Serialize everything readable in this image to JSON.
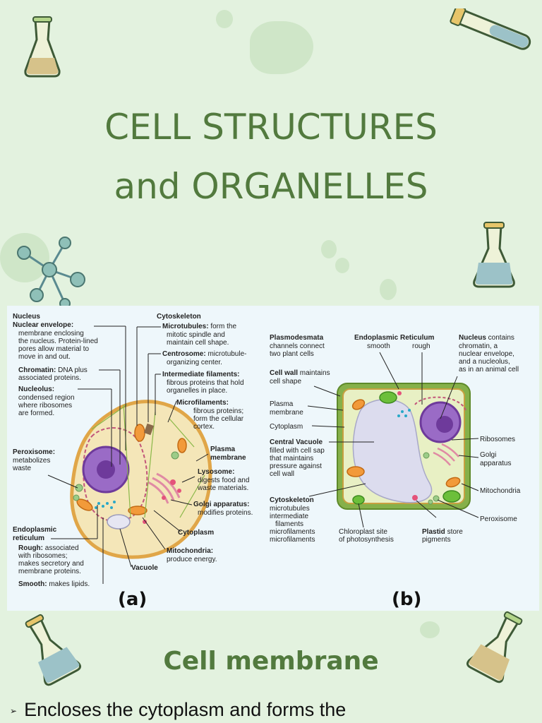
{
  "slide": {
    "title_line1": "CELL STRUCTURES",
    "title_line2": "and ORGANELLES",
    "section_heading": "Cell membrane",
    "bullet_marker": "➢",
    "bullet_text": "Encloses the cytoplasm and forms the"
  },
  "figure": {
    "panel_a": {
      "letter": "(a)",
      "nucleus": {
        "heading": "Nucleus",
        "envelope_term": "Nuclear envelope:",
        "envelope_desc": [
          "membrane enclosing",
          "the nucleus. Protein-lined",
          "pores allow material to",
          "move in and out."
        ],
        "chromatin_term": "Chromatin:",
        "chromatin_desc": [
          " DNA plus",
          "associated proteins."
        ],
        "nucleolus_term": "Nucleolus:",
        "nucleolus_desc": [
          "condensed region",
          "where ribosomes",
          "are formed."
        ]
      },
      "peroxisome": {
        "term": "Peroxisome:",
        "desc": [
          "metabolizes",
          "waste"
        ]
      },
      "er": {
        "heading": [
          "Endoplasmic",
          "reticulum"
        ],
        "rough_term": "Rough:",
        "rough_desc": [
          " associated",
          "with ribosomes;",
          "makes secretory and",
          "membrane proteins."
        ],
        "smooth_term": "Smooth:",
        "smooth_desc": " makes lipids."
      },
      "cytoskeleton": {
        "heading": "Cytoskeleton",
        "microtubules_term": "Microtubules:",
        "microtubules_desc": [
          " form the",
          "mitotic spindle and",
          "maintain cell shape."
        ],
        "centrosome_term": "Centrosome:",
        "centrosome_desc": [
          " microtubule-",
          "organizing center."
        ],
        "intermediate_term": "Intermediate filaments:",
        "intermediate_desc": [
          "fibrous proteins that hold",
          "organelles in place."
        ],
        "microfilaments_term": "Microfilaments:",
        "microfilaments_desc": [
          "fibrous proteins;",
          "form the cellular",
          "cortex."
        ]
      },
      "plasma_membrane": [
        "Plasma",
        "membrane"
      ],
      "lysosome": {
        "term": "Lysosome:",
        "desc": [
          "digests food and",
          "waste materials."
        ]
      },
      "golgi": {
        "term": "Golgi apparatus:",
        "desc": "modifies proteins."
      },
      "cytoplasm": "Cytoplasm",
      "mitochondria": {
        "term": "Mitochondria:",
        "desc": "produce energy."
      },
      "vacuole": "Vacuole"
    },
    "panel_b": {
      "letter": "(b)",
      "plasmodesmata": {
        "term": "Plasmodesmata",
        "desc": [
          "channels connect",
          "two plant cells"
        ]
      },
      "er": {
        "heading": "Endoplasmic Reticulum",
        "smooth": "smooth",
        "rough": "rough"
      },
      "nucleus": {
        "term": "Nucleus",
        "desc": [
          " contains",
          "chromatin, a",
          "nuclear envelope,",
          "and a nucleolus,",
          "as in an animal cell"
        ]
      },
      "cell_wall": {
        "term": "Cell wall",
        "desc": [
          " maintains",
          "cell shape"
        ]
      },
      "plasma_membrane": [
        "Plasma",
        "membrane"
      ],
      "cytoplasm": "Cytoplasm",
      "central_vacuole": {
        "term": "Central Vacuole",
        "desc": [
          "filled with cell sap",
          "that maintains",
          "pressure against",
          "cell wall"
        ]
      },
      "cytoskeleton": {
        "term": "Cytoskeleton",
        "desc": [
          "microtubules",
          "intermediate",
          "filaments",
          "microfilaments",
          "microfilaments"
        ]
      },
      "chloroplast": [
        "Chloroplast site",
        "of photosynthesis"
      ],
      "plastid": {
        "term": "Plastid",
        "desc": [
          " store",
          "pigments"
        ]
      },
      "ribosomes": "Ribosomes",
      "golgi": [
        "Golgi",
        "apparatus"
      ],
      "mitochondria": "Mitochondria",
      "peroxisome": "Peroxisome"
    }
  },
  "colors": {
    "background": "#e3f2df",
    "title": "#527a3e",
    "figure_bg": "#eef7fb",
    "cell_wall": "#86b04a",
    "nucleus": "#8a55b8"
  }
}
